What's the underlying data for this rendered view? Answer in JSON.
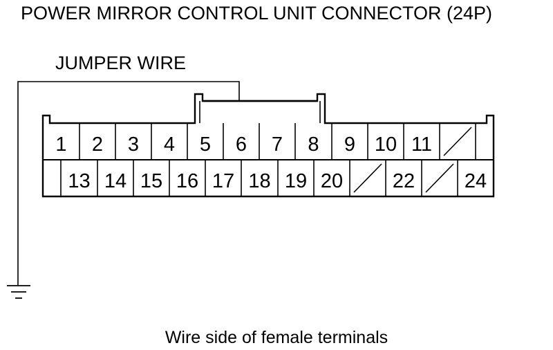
{
  "title": "POWER MIRROR CONTROL UNIT CONNECTOR (24P)",
  "jumper_label": "JUMPER WIRE",
  "caption": "Wire side of female terminals",
  "connector": {
    "top_row": [
      "1",
      "2",
      "3",
      "4",
      "5",
      "6",
      "7",
      "8",
      "9",
      "10",
      "11",
      "",
      ""
    ],
    "bottom_row": [
      "",
      "13",
      "14",
      "15",
      "16",
      "17",
      "18",
      "19",
      "20",
      "",
      "22",
      "",
      "24"
    ],
    "top_row_slashed": [
      11
    ],
    "bottom_row_slashed": [
      9,
      11
    ]
  },
  "icons": {
    "ground": "ground-symbol-icon"
  }
}
